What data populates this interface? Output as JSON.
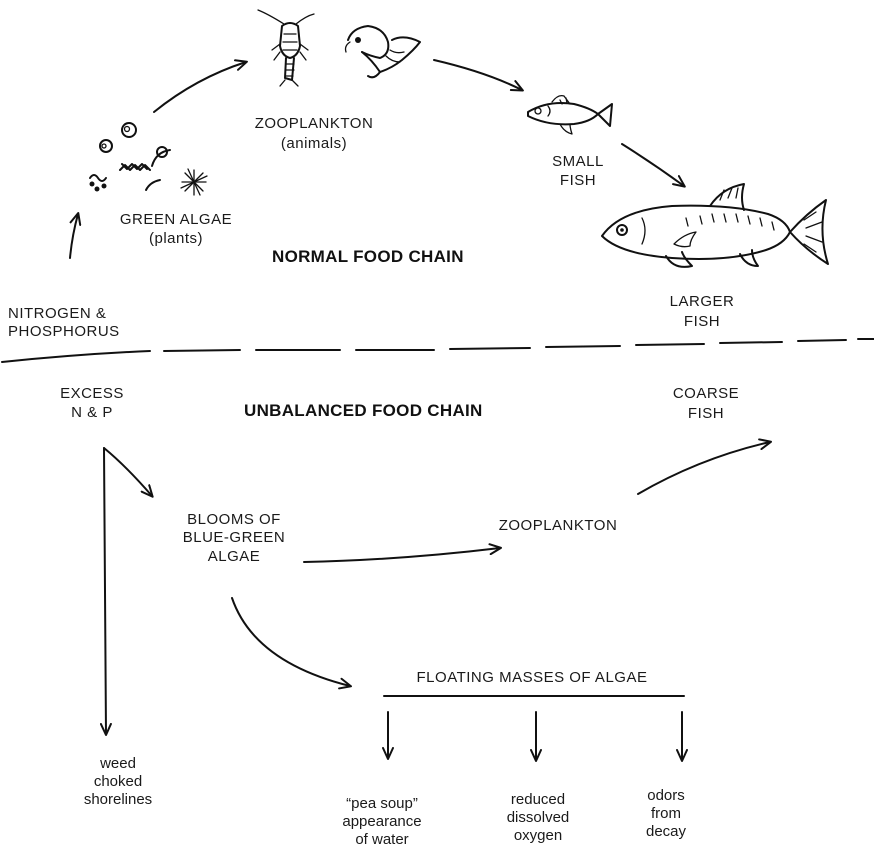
{
  "normal_chain": {
    "title": "NORMAL FOOD CHAIN",
    "nutrients": [
      "NITROGEN &",
      "PHOSPHORUS"
    ],
    "green_algae": [
      "GREEN ALGAE",
      "(plants)"
    ],
    "zooplankton": [
      "ZOOPLANKTON",
      "(animals)"
    ],
    "small_fish": [
      "SMALL",
      "FISH"
    ],
    "larger_fish": [
      "LARGER",
      "FISH"
    ]
  },
  "unbalanced_chain": {
    "title": "UNBALANCED FOOD CHAIN",
    "excess": [
      "EXCESS",
      "N & P"
    ],
    "blooms": [
      "BLOOMS OF",
      "BLUE-GREEN",
      "ALGAE"
    ],
    "zooplankton": "ZOOPLANKTON",
    "coarse_fish": [
      "COARSE",
      "FISH"
    ],
    "floating_masses": "FLOATING MASSES OF ALGAE",
    "weed": [
      "weed",
      "choked",
      "shorelines"
    ],
    "pea_soup": [
      "“pea soup”",
      "appearance",
      "of water"
    ],
    "reduced_oxygen": [
      "reduced",
      "dissolved",
      "oxygen"
    ],
    "odors": [
      "odors",
      "from",
      "decay"
    ]
  },
  "icons": [
    "algae-cluster-icon",
    "copepod-icon",
    "daphnia-icon",
    "small-fish-icon",
    "large-fish-icon"
  ]
}
